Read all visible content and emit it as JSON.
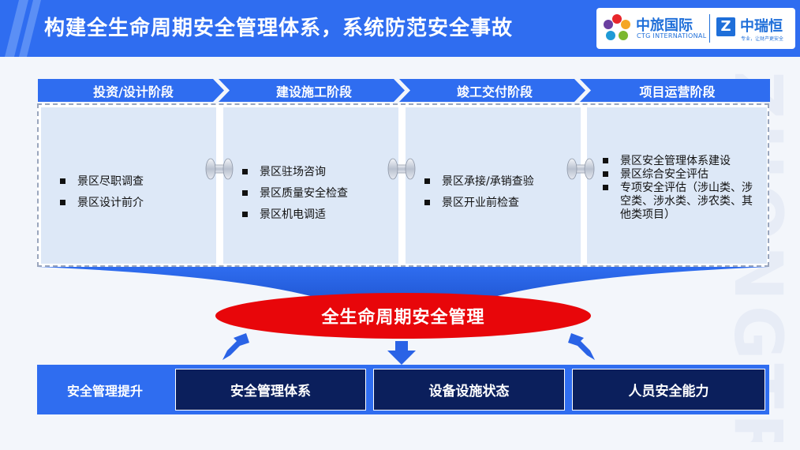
{
  "header": {
    "title": "构建全生命周期安全管理体系，系统防范安全事故",
    "logo_ctg_cn": "中旅国际",
    "logo_ctg_en": "CTG INTERNATIONAL",
    "logo_zr_cn": "中瑞恒",
    "logo_zr_mark": "Z",
    "logo_zr_slogan": "专业，让财产更安全"
  },
  "watermark": "ZHONGTR",
  "stages": [
    {
      "label": "投资/设计阶段",
      "items": [
        "景区尽职调查",
        "景区设计前介"
      ]
    },
    {
      "label": "建设施工阶段",
      "items": [
        "景区驻场咨询",
        "景区质量安全检查",
        "景区机电调适"
      ]
    },
    {
      "label": "竣工交付阶段",
      "items": [
        "景区承接/承销查验",
        "景区开业前检查"
      ]
    },
    {
      "label": "项目运营阶段",
      "items": [
        "景区安全管理体系建设",
        "景区综合安全评估",
        "专项安全评估（涉山类、涉空类、涉水类、涉农类、其他类项目）"
      ]
    }
  ],
  "center_label": "全生命周期安全管理",
  "bottom": {
    "label": "安全管理提升",
    "boxes": [
      "安全管理体系",
      "设备设施状态",
      "人员安全能力"
    ]
  },
  "colors": {
    "primary_blue": "#2f6df0",
    "dark_navy": "#0b1f5c",
    "panel_bg": "#dde8f7",
    "ellipse_red": "#e8060a"
  }
}
